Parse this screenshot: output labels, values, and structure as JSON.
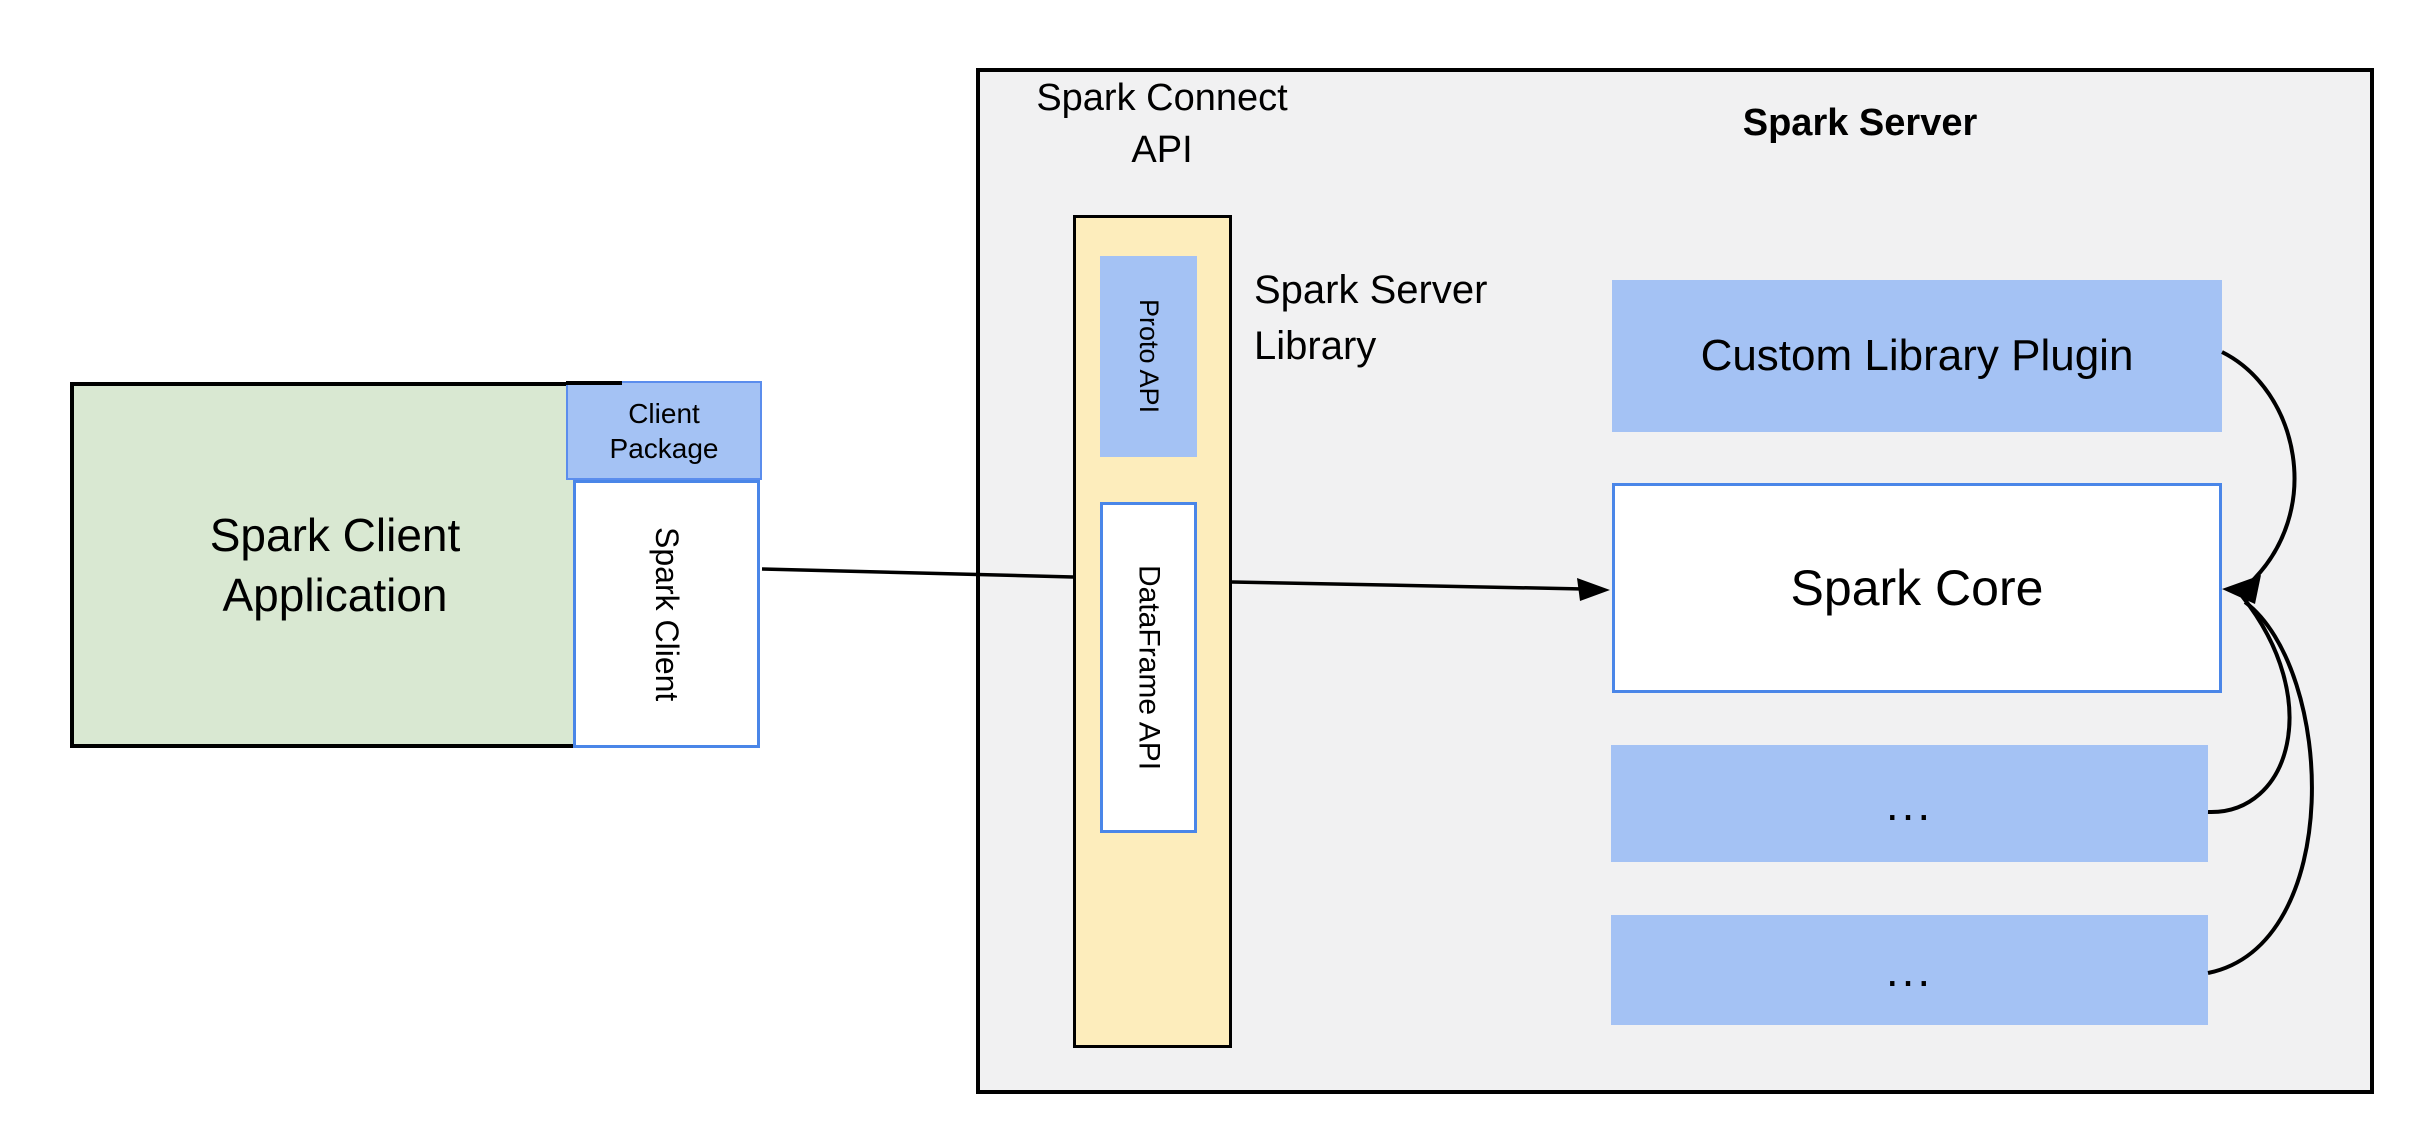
{
  "colors": {
    "gray-panel": "#f1f1f2",
    "green": "#d9e8d2",
    "blue": "#a4c2f4",
    "yellow": "#fdedbc",
    "blue-border": "#4a86e8",
    "line": "#000000",
    "text": "#000000",
    "canvas-bg": "#ffffff"
  },
  "client": {
    "app_lines": [
      "Spark Client",
      "Application"
    ],
    "package_lines": [
      "Client",
      "Package"
    ],
    "spark_client_label": "Spark Client"
  },
  "connect": {
    "title_lines": [
      "Spark Connect",
      "API"
    ],
    "proto_label": "Proto API",
    "dataframe_label": "DataFrame API",
    "library_lines": [
      "Spark Server",
      "Library"
    ]
  },
  "server": {
    "title": "Spark Server",
    "plugin_label": "Custom Library Plugin",
    "core_label": "Spark Core",
    "slot1_label": "...",
    "slot2_label": "..."
  }
}
